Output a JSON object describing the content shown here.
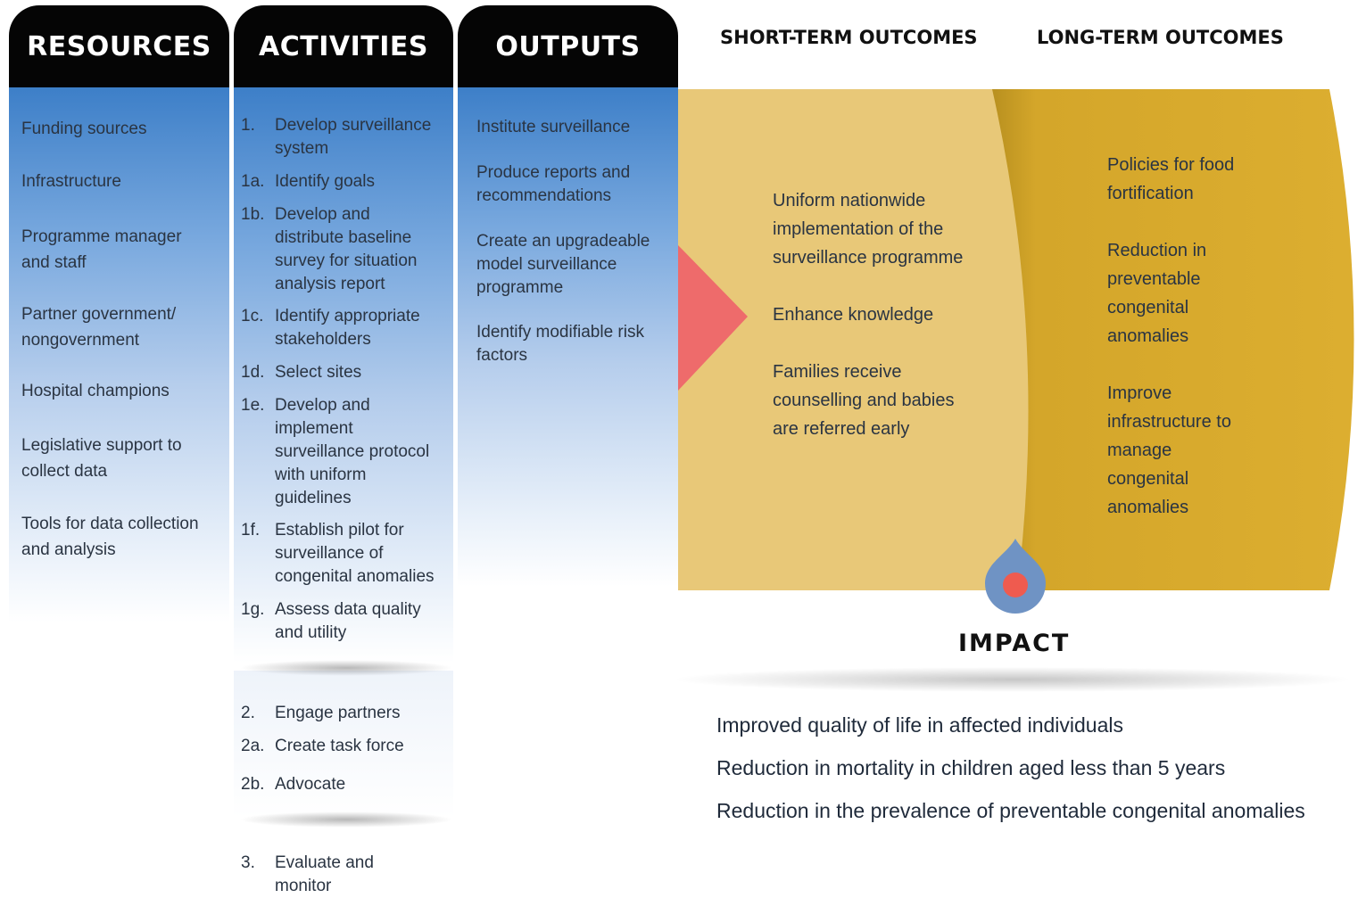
{
  "columns": {
    "resources": {
      "title": "RESOURCES",
      "items": [
        "Funding sources",
        "Infrastructure",
        "Programme manager and staff",
        "Partner government/ nongovernment",
        "Hospital champions",
        "Legislative support to collect data",
        "Tools for data collection and analysis"
      ]
    },
    "activities": {
      "title": "ACTIVITIES",
      "items": [
        {
          "num": "1.",
          "text": "Develop surveillance system"
        },
        {
          "num": "1a.",
          "text": "Identify goals"
        },
        {
          "num": "1b.",
          "text": "Develop and distribute baseline survey for situation analysis report"
        },
        {
          "num": "1c.",
          "text": "Identify appropriate stakeholders"
        },
        {
          "num": "1d.",
          "text": "Select sites"
        },
        {
          "num": "1e.",
          "text": "Develop and implement surveillance protocol with uniform guidelines"
        },
        {
          "num": "1f.",
          "text": "Establish pilot for surveillance of congenital anomalies"
        },
        {
          "num": "1g.",
          "text": "Assess data quality and utility"
        },
        {
          "num": "2.",
          "text": "Engage partners"
        },
        {
          "num": "2a.",
          "text": "Create task force"
        },
        {
          "num": "2b.",
          "text": "Advocate"
        },
        {
          "num": "3.",
          "text": "Evaluate and monitor"
        }
      ]
    },
    "outputs": {
      "title": "OUTPUTS",
      "items": [
        "Institute surveillance",
        "Produce reports and recommendations",
        "Create an upgradeable model surveillance programme",
        "Identify modifiable risk factors"
      ]
    }
  },
  "short_term": {
    "title": "SHORT-TERM OUTCOMES",
    "items": [
      "Uniform nationwide implementation of the surveillance programme",
      "Enhance knowledge",
      "Families receive counselling and babies are referred early"
    ]
  },
  "long_term": {
    "title": "LONG-TERM OUTCOMES",
    "items": [
      "Policies for food fortification",
      "Reduction in preventable congenital anomalies",
      "Improve infrastructure to manage congenital anomalies"
    ]
  },
  "impact": {
    "title": "IMPACT",
    "items": [
      "Improved quality of life in affected individuals",
      "Reduction in mortality in children aged less than 5 years",
      "Reduction in the prevalence of preventable congenital anomalies"
    ]
  },
  "colors": {
    "header": "#050505",
    "column_blue": "#3d7fc8",
    "short_term_fill": "#e8c878",
    "long_term_fill": "#d4a62a",
    "arrow": "#ee6b6b",
    "drop_outer": "#6f93c4",
    "drop_inner": "#ef5b4f"
  }
}
